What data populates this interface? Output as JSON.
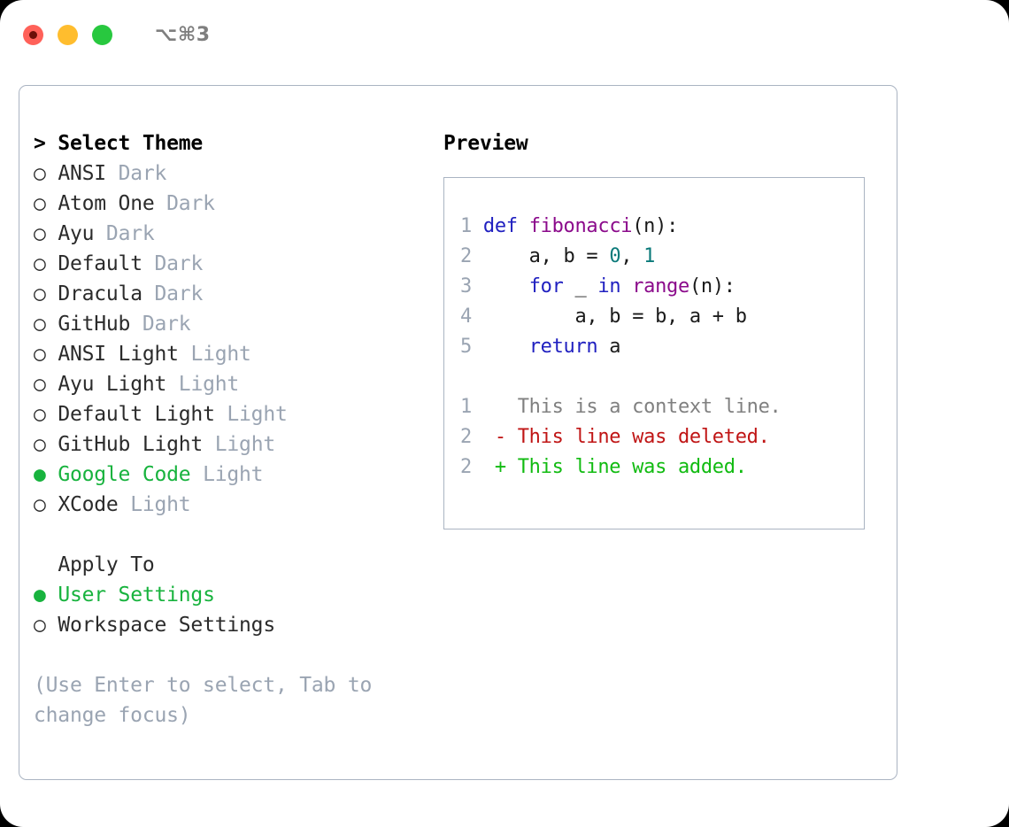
{
  "titlebar": {
    "shortcut": "⌥⌘3",
    "buttons": [
      {
        "name": "close",
        "color": "#ff6159"
      },
      {
        "name": "minimize",
        "color": "#ffbd2e"
      },
      {
        "name": "maximize",
        "color": "#28c83f"
      }
    ]
  },
  "theme_picker": {
    "heading": "> Select Theme",
    "markers": {
      "on": "●",
      "off": "○"
    },
    "items": [
      {
        "marker": "○",
        "label": "ANSI",
        "kind": "Dark",
        "selected": false
      },
      {
        "marker": "○",
        "label": "Atom One",
        "kind": "Dark",
        "selected": false
      },
      {
        "marker": "○",
        "label": "Ayu",
        "kind": "Dark",
        "selected": false
      },
      {
        "marker": "○",
        "label": "Default",
        "kind": "Dark",
        "selected": false
      },
      {
        "marker": "○",
        "label": "Dracula",
        "kind": "Dark",
        "selected": false
      },
      {
        "marker": "○",
        "label": "GitHub",
        "kind": "Dark",
        "selected": false
      },
      {
        "marker": "○",
        "label": "ANSI Light",
        "kind": "Light",
        "selected": false
      },
      {
        "marker": "○",
        "label": "Ayu Light",
        "kind": "Light",
        "selected": false
      },
      {
        "marker": "○",
        "label": "Default Light",
        "kind": "Light",
        "selected": false
      },
      {
        "marker": "○",
        "label": "GitHub Light",
        "kind": "Light",
        "selected": false
      },
      {
        "marker": "●",
        "label": "Google Code",
        "kind": "Light",
        "selected": true
      },
      {
        "marker": "○",
        "label": "XCode",
        "kind": "Light",
        "selected": false
      }
    ]
  },
  "apply_to": {
    "heading": "Apply To",
    "items": [
      {
        "marker": "●",
        "label": "User Settings",
        "selected": true
      },
      {
        "marker": "○",
        "label": "Workspace Settings",
        "selected": false
      }
    ]
  },
  "hint": "(Use Enter to select, Tab to change focus)",
  "preview": {
    "title": "Preview",
    "code_lines": [
      {
        "num": "1",
        "tokens": [
          {
            "t": "def",
            "c": "kw"
          },
          {
            "t": " ",
            "c": "punct"
          },
          {
            "t": "fibonacci",
            "c": "fn"
          },
          {
            "t": "(",
            "c": "punct"
          },
          {
            "t": "n",
            "c": "id"
          },
          {
            "t": "):",
            "c": "punct"
          }
        ]
      },
      {
        "num": "2",
        "tokens": [
          {
            "t": "    a, b = ",
            "c": "id"
          },
          {
            "t": "0",
            "c": "num"
          },
          {
            "t": ", ",
            "c": "punct"
          },
          {
            "t": "1",
            "c": "num"
          }
        ]
      },
      {
        "num": "3",
        "tokens": [
          {
            "t": "    ",
            "c": "id"
          },
          {
            "t": "for",
            "c": "kw"
          },
          {
            "t": " _ ",
            "c": "id"
          },
          {
            "t": "in",
            "c": "kw"
          },
          {
            "t": " ",
            "c": "id"
          },
          {
            "t": "range",
            "c": "fn"
          },
          {
            "t": "(",
            "c": "punct"
          },
          {
            "t": "n",
            "c": "id"
          },
          {
            "t": "):",
            "c": "punct"
          }
        ]
      },
      {
        "num": "4",
        "tokens": [
          {
            "t": "        a, b = b, a + b",
            "c": "id"
          }
        ]
      },
      {
        "num": "5",
        "tokens": [
          {
            "t": "    ",
            "c": "id"
          },
          {
            "t": "return",
            "c": "kw"
          },
          {
            "t": " a",
            "c": "id"
          }
        ]
      }
    ],
    "diff_lines": [
      {
        "num": "1",
        "marker": " ",
        "text": "This is a context line.",
        "kind": "context"
      },
      {
        "num": "2",
        "marker": "-",
        "text": "This line was deleted.",
        "kind": "deleted"
      },
      {
        "num": "2",
        "marker": "+",
        "text": "This line was added.",
        "kind": "added"
      }
    ]
  },
  "colors": {
    "accent_green": "#18b33e",
    "muted": "#9aa4b2",
    "border": "#aab4c2",
    "keyword": "#2020c0",
    "function": "#8b0a8b",
    "number": "#0b7a7a",
    "diff_deleted": "#c01515",
    "diff_added": "#11bb11",
    "diff_context": "#808080"
  }
}
